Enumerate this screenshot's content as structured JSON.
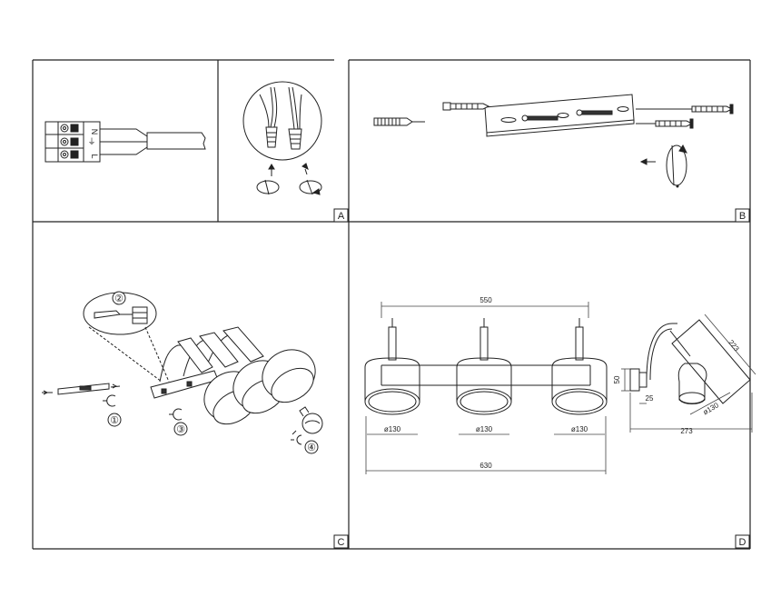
{
  "panels": {
    "a": {
      "label": "A",
      "terminal_marks": [
        "L",
        "⏚",
        "N"
      ]
    },
    "b": {
      "label": "B"
    },
    "c": {
      "label": "C",
      "steps": [
        "①",
        "②",
        "③",
        "④"
      ]
    },
    "d": {
      "label": "D"
    }
  },
  "dimensions": {
    "rod_length": "550",
    "total_length": "630",
    "shade_diameter": "ø130",
    "base_height": "50",
    "base_depth": "25",
    "side_depth": "273",
    "side_height": "223",
    "side_shade_diameter": "ø130"
  }
}
